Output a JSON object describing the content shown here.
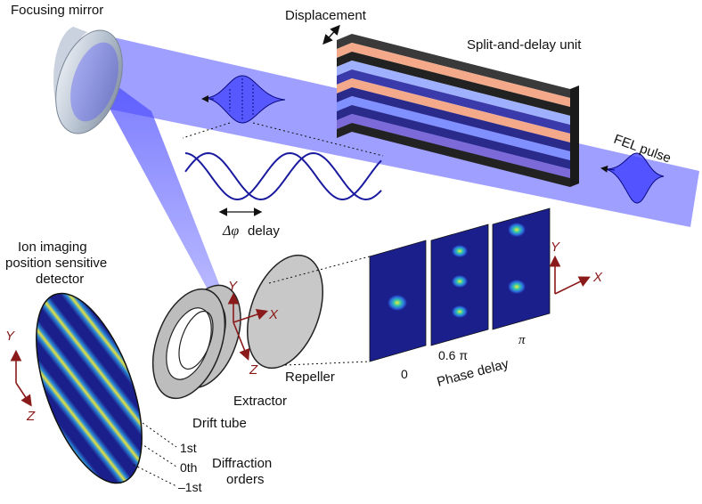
{
  "labels": {
    "focusing_mirror": "Focusing mirror",
    "displacement": "Displacement",
    "split_delay_unit": "Split-and-delay unit",
    "fel_pulse": "FEL pulse",
    "delta_phi": "Δφ",
    "delay": "delay",
    "detector_line1": "Ion imaging",
    "detector_line2": "position sensitive",
    "detector_line3": "detector",
    "repeller": "Repeller",
    "extractor": "Extractor",
    "drift_tube": "Drift tube",
    "order_1st": "1st",
    "order_0th": "0th",
    "order_minus1st": "–1st",
    "diffraction_line1": "Diffraction",
    "diffraction_line2": "orders",
    "phase_delay": "Phase delay",
    "phase_0": "0",
    "phase_06pi": "0.6 π",
    "phase_pi": "π"
  },
  "axes": {
    "y": "Y",
    "x": "X",
    "z": "Z"
  },
  "colors": {
    "beam": "#5a5aff",
    "wave": "#1a1aa0",
    "axis_arrow": "#8b1a1a",
    "panel_bg": "#1b1f8c",
    "spot_core": "#f2e340"
  }
}
